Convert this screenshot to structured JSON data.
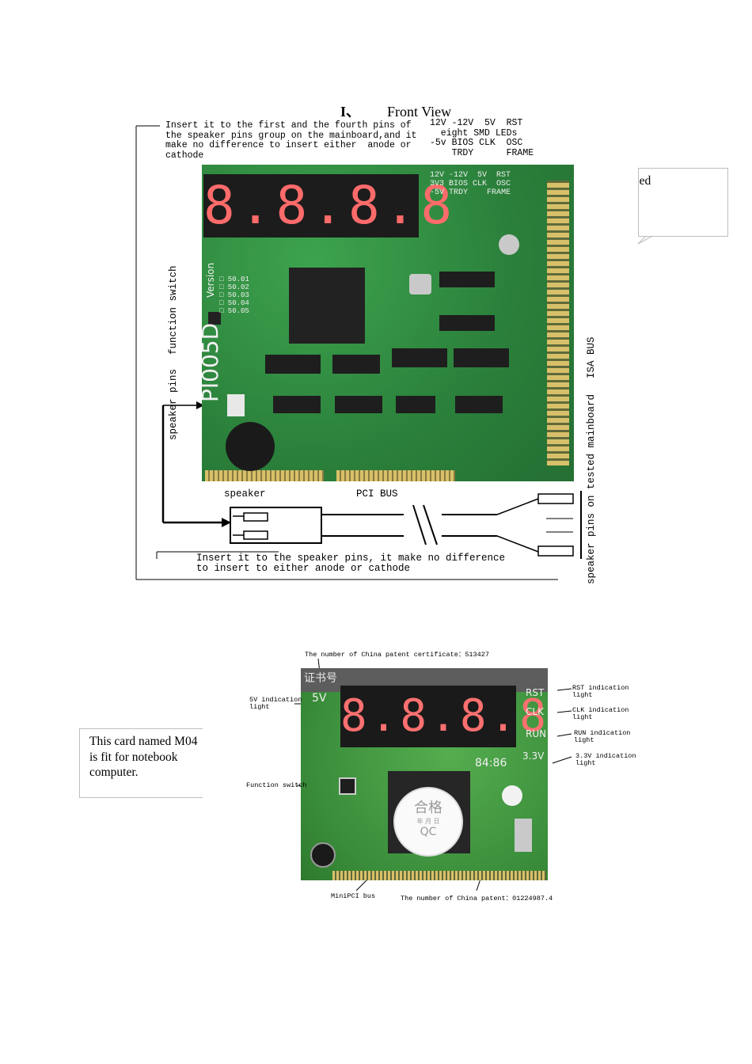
{
  "heading": {
    "number": "I、",
    "title": "Front View"
  },
  "figure1": {
    "note_top_left": "Insert it to the first and the fourth pins of\nthe speaker pins group on the mainboard,and it\nmake no difference to insert either  anode or\ncathode",
    "note_top_right": "12V -12V  5V  RST\n  eight SMD LEDs\n-5v BIOS CLK  OSC\n    TRDY      FRAME",
    "label_function_switch": "function switch",
    "label_speaker_pins": "speaker pins",
    "label_isa_bus": "ISA BUS",
    "label_pins_on_mainboard": "speaker pins on tested mainboard",
    "label_speaker": "speaker",
    "label_pci_bus": "PCI BUS",
    "note_bottom": "Insert it to the speaker pins, it make no difference\nto insert to either anode or cathode",
    "board_display": "8.8.8.8",
    "board_model": "PI005D",
    "board_version": "Version",
    "board_codes": "□ 50.01\n□ 50.02\n□ 50.03\n□ 50.04\n□ 50.05",
    "board_led_labels": "12V -12V  5V  RST\n3V3 BIOS CLK  OSC\n-5V TRDY    FRAME"
  },
  "callout_right": {
    "text": "rd that named\n is fit for\nn computer"
  },
  "callout_left": {
    "text": "This card named M04\nis fit for notebook\ncomputer."
  },
  "figure2": {
    "patent_certificate": "The number of China patent certificate：513427",
    "label_5v": "5V indication\nlight",
    "label_function_switch": "Function switch",
    "label_rst": "RST indication\nlight",
    "label_clk": "CLK indication\nlight",
    "label_run": "RUN indication\nlight",
    "label_33v": "3.3V indication\nlight",
    "label_minipci": "MiniPCI bus",
    "patent_number": "The number of China patent：01224987.4",
    "board_display": "8.8.8.8",
    "board_5v": "5V",
    "board_rst": "RST",
    "board_clk": "CLK",
    "board_run": "RUN",
    "board_33v": "3.3V",
    "board_84": "84:86",
    "stamp_top": "合格",
    "stamp_mid": "年 月 日",
    "stamp_bottom": "QC",
    "cert_stamp": "证书号"
  }
}
